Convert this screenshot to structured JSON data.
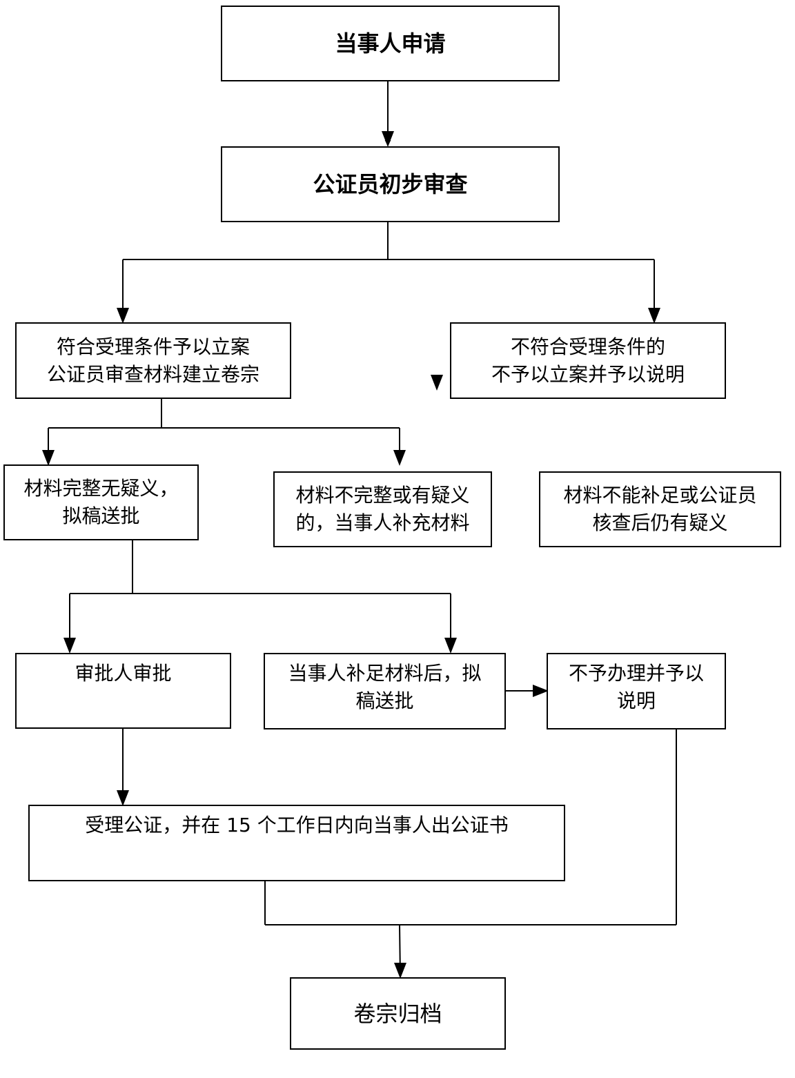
{
  "steps": {
    "apply": "当事人申请",
    "review": "公证员初步审查",
    "accept": {
      "line1": "符合受理条件予以立案",
      "line2": "公证员审查材料建立卷宗"
    },
    "reject": {
      "line1": "不符合受理条件的",
      "line2": "不予以立案并予以说明"
    },
    "complete": {
      "line1": "材料完整无疑义，",
      "line2": "拟稿送批"
    },
    "incomplete": {
      "line1": "材料不完整或有疑义",
      "line2": "的，当事人补充材料"
    },
    "doubt": {
      "line1": "材料不能补足或公证员",
      "line2": "核查后仍有疑义"
    },
    "approver": "审批人审批",
    "supplement": {
      "line1": "当事人补足材料后，拟",
      "line2": "稿送批"
    },
    "refuse": {
      "line1": "不予办理并予以",
      "line2": "说明"
    },
    "issue": "受理公证，并在 15 个工作日内向当事人出公证书",
    "archive": "卷宗归档"
  }
}
